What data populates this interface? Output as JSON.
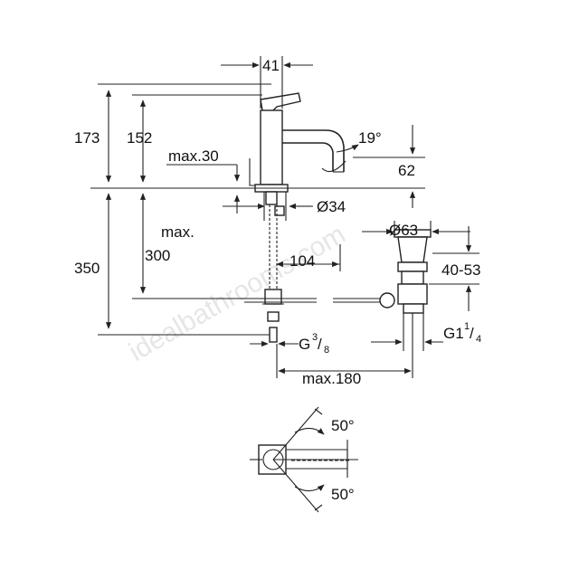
{
  "watermark": "idealbathrooms.com",
  "labels": {
    "w41": "41",
    "h173": "173",
    "h152": "152",
    "angle19": "19°",
    "max30": "max.30",
    "h62": "62",
    "dia34": "Ø34",
    "dia63": "Ø63",
    "max300_a": "max.",
    "max300_b": "300",
    "h350": "350",
    "d104": "104",
    "r4053": "40-53",
    "g38_main": "G",
    "g38_num": "3",
    "g38_den": "8",
    "g114_main": "G1",
    "g114_num": "1",
    "g114_den": "4",
    "max180": "max.180",
    "angle50_top": "50°",
    "angle50_bottom": "50°"
  }
}
